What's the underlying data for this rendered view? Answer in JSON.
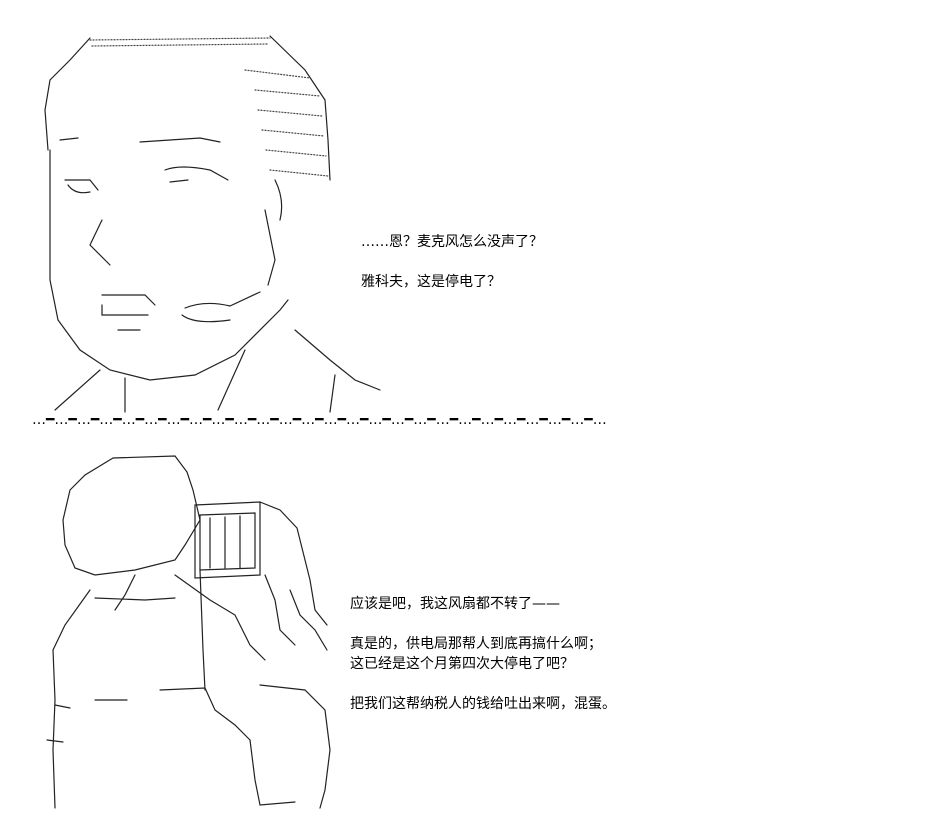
{
  "panel_top": {
    "lines": [
      "……恩？麦克风怎么没声了？",
      "雅科夫，这是停电了？"
    ]
  },
  "divider": "…━…━…━…━…━…━…━…━…━…━…━…━…━…━…━…━…━…━…━…━…━…━…━…━…━…",
  "panel_bottom": {
    "line1": "应该是吧，我这风扇都不转了——",
    "line2": "真是的，供电局那帮人到底再搞什么啊；",
    "line3": "这已经是这个月第四次大停电了吧？",
    "line4": "把我们这帮纳税人的钱给吐出来啊，混蛋。"
  }
}
